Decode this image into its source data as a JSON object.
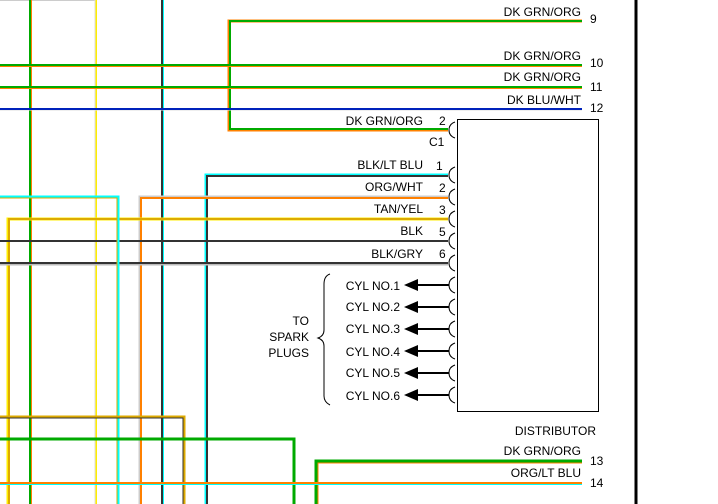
{
  "diagram": {
    "component": "DISTRIBUTOR",
    "connector": "C1",
    "spark_plug_label": [
      "TO",
      "SPARK",
      "PLUGS"
    ],
    "right_wires": [
      {
        "color_code": "DK GRN/ORG",
        "circuit": "9"
      },
      {
        "color_code": "DK GRN/ORG",
        "circuit": "10"
      },
      {
        "color_code": "DK GRN/ORG",
        "circuit": "11"
      },
      {
        "color_code": "DK BLU/WHT",
        "circuit": "12"
      },
      {
        "color_code": "DK GRN/ORG",
        "circuit": "13"
      },
      {
        "color_code": "ORG/LT BLU",
        "circuit": "14"
      }
    ],
    "c1_pins": [
      {
        "color_code": "DK GRN/ORG",
        "pin": "2"
      }
    ],
    "distributor_pins": [
      {
        "color_code": "BLK/LT BLU",
        "pin": "1"
      },
      {
        "color_code": "ORG/WHT",
        "pin": "2"
      },
      {
        "color_code": "TAN/YEL",
        "pin": "3"
      },
      {
        "color_code": "BLK",
        "pin": "5"
      },
      {
        "color_code": "BLK/GRY",
        "pin": "6"
      }
    ],
    "cylinders": [
      "CYL NO.1",
      "CYL NO.2",
      "CYL NO.3",
      "CYL NO.4",
      "CYL NO.5",
      "CYL NO.6"
    ]
  },
  "colors": {
    "dk_grn": "#00aa00",
    "org": "#ff8000",
    "dk_blu": "#0022bb",
    "lt_blu": "#00ffff",
    "blk": "#333333",
    "yel": "#ffee00",
    "tan": "#ddaa00",
    "gry": "#bbbbbb",
    "wht": "#dddddd"
  }
}
